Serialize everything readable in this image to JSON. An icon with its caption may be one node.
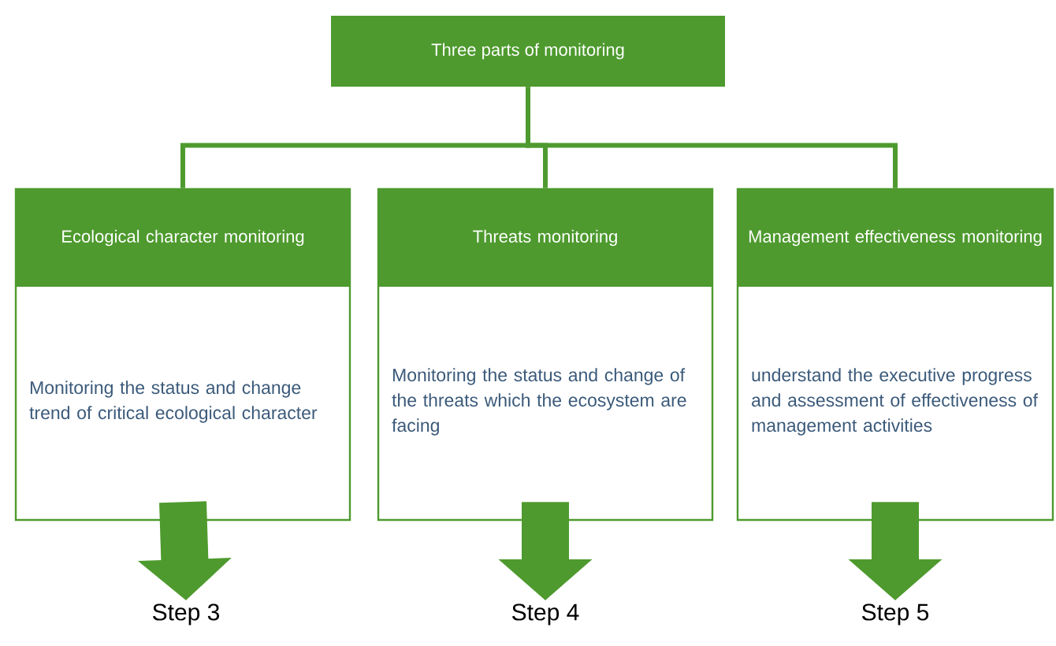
{
  "diagram": {
    "nodes": [
      {
        "text": [
          "Three  parts of monitoring"
        ]
      },
      {
        "text": [
          "Ecological character monitoring",
          "Monitoring the status and change trend of critical ecological character"
        ]
      },
      {
        "text": [
          "Threats monitoring",
          "Monitoring the status and change of the threats which the ecosystem are facing"
        ]
      },
      {
        "text": [
          "Management effectiveness monitoring",
          "understand the executive progress and assessment of effectiveness of management activities"
        ]
      },
      {
        "text": [
          "Step 3"
        ]
      },
      {
        "text": [
          "Step 4"
        ]
      },
      {
        "text": [
          "Step 5"
        ]
      }
    ],
    "edges": [
      {
        "from": 0,
        "to": 1,
        "arrow": "none"
      },
      {
        "from": 0,
        "to": 2,
        "arrow": "none"
      },
      {
        "from": 0,
        "to": 3,
        "arrow": "none"
      },
      {
        "from": 1,
        "to": 4,
        "arrow": "to",
        "style": "thick"
      },
      {
        "from": 2,
        "to": 5,
        "arrow": "to",
        "style": "thick"
      },
      {
        "from": 3,
        "to": 6,
        "arrow": "to",
        "style": "thick"
      }
    ]
  }
}
